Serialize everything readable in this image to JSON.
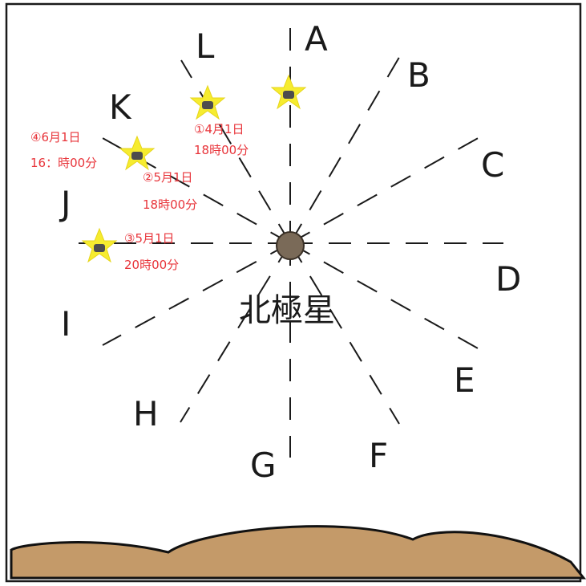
{
  "title": "",
  "center_label": "北極星",
  "directions": [
    "A",
    "B",
    "C",
    "D",
    "E",
    "F",
    "G",
    "H",
    "I",
    "J",
    "K",
    "L"
  ],
  "observations": [
    {
      "marker": "①",
      "date": "4月1日",
      "time": "18時00分"
    },
    {
      "marker": "②",
      "date": "5月1日",
      "time": "18時00分"
    },
    {
      "marker": "③",
      "date": "5月1日",
      "time": "20時00分"
    },
    {
      "marker": "④",
      "date": "6月1日",
      "time": "16：時00分"
    }
  ],
  "colors": {
    "annotation": "#e8343a",
    "star": "#f6ec2f",
    "polaris": "#7a6a58",
    "ground": "#c49a69",
    "ink": "#1a1a1a"
  }
}
